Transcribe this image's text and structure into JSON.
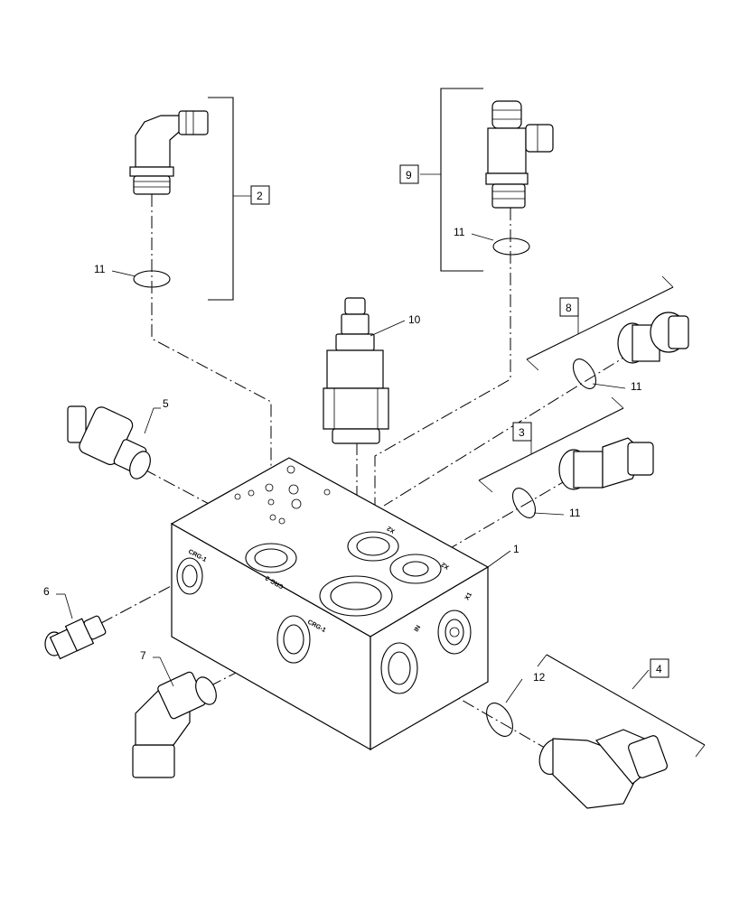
{
  "callouts": {
    "c1": "1",
    "c2": "2",
    "c3": "3",
    "c4": "4",
    "c5": "5",
    "c6": "6",
    "c7": "7",
    "c8": "8",
    "c9": "9",
    "c10": "10",
    "c11a": "11",
    "c11b": "11",
    "c11c": "11",
    "c11d": "11",
    "c12": "12"
  },
  "port_labels": {
    "crg1_left": "CRG-1",
    "crg2_top": "CRG-2",
    "crg1_front": "CRG-1",
    "x2_top": "X2",
    "x2_right": "X2",
    "x1": "X1",
    "in": "IN"
  }
}
